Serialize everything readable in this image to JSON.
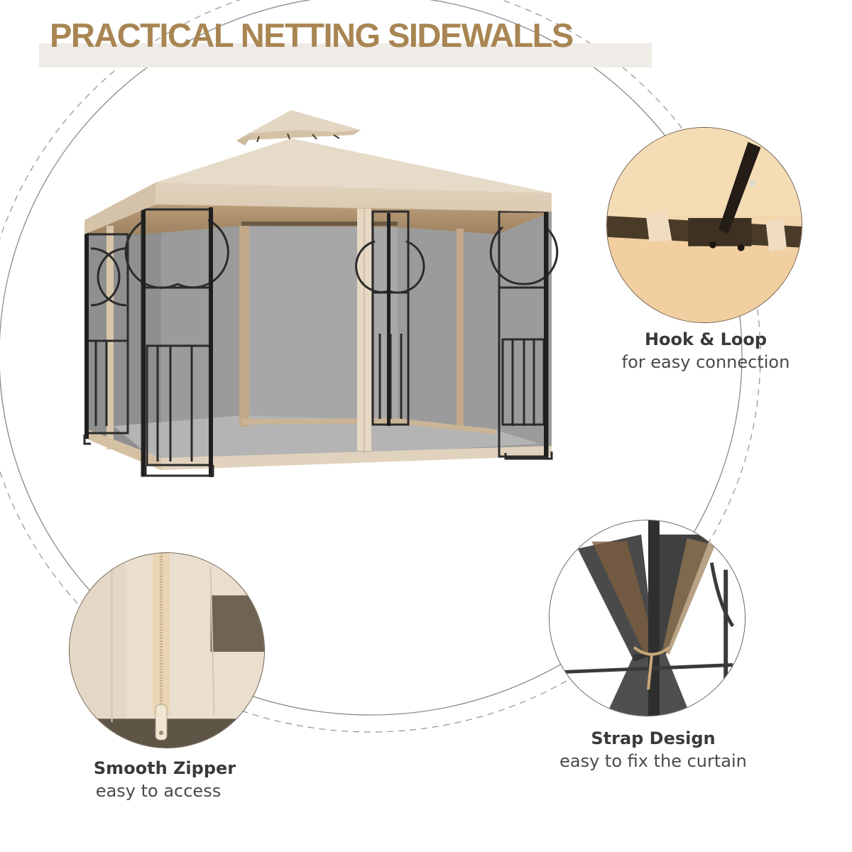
{
  "banner": {
    "title": "PRACTICAL NETTING SIDEWALLS",
    "title_color": "#a88552",
    "band_color": "#efebe7"
  },
  "hero": {
    "subject": "gazebo-with-netting-sidewalls",
    "canopy_color": "#e3d4bf",
    "frame_color": "#2b2b2b",
    "netting_color": "#9a9a9a"
  },
  "features": [
    {
      "title": "Hook & Loop",
      "subtitle": "for easy connection",
      "image": "hook-and-loop-closeup"
    },
    {
      "title": "Smooth Zipper",
      "subtitle": "easy to access",
      "image": "zipper-closeup"
    },
    {
      "title": "Strap Design",
      "subtitle": "easy to fix the curtain",
      "image": "strap-tie-closeup"
    }
  ],
  "decor": {
    "ring_solid_color": "#8a8a8a",
    "ring_dashed_color": "#9a9a9a"
  }
}
